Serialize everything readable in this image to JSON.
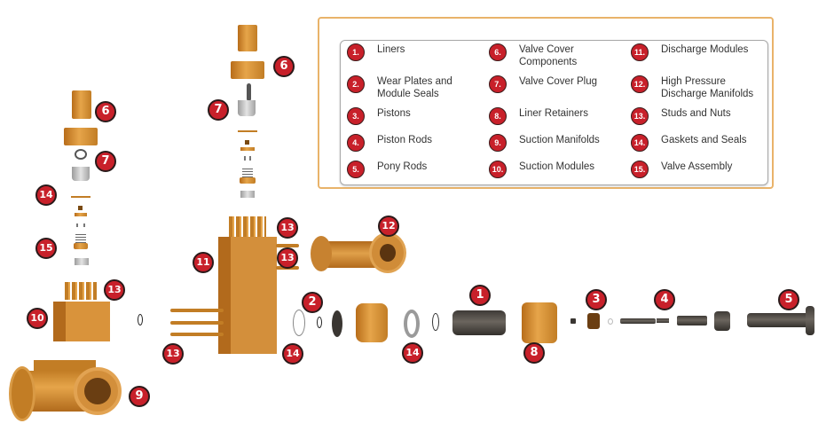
{
  "legend": {
    "items": [
      {
        "num": "1.",
        "label": "Liners"
      },
      {
        "num": "2.",
        "label": "Wear Plates and Module Seals"
      },
      {
        "num": "3.",
        "label": "Pistons"
      },
      {
        "num": "4.",
        "label": "Piston Rods"
      },
      {
        "num": "5.",
        "label": "Pony Rods"
      },
      {
        "num": "6.",
        "label": "Valve Cover Components"
      },
      {
        "num": "7.",
        "label": "Valve Cover Plug"
      },
      {
        "num": "8.",
        "label": "Liner Retainers"
      },
      {
        "num": "9.",
        "label": "Suction Manifolds"
      },
      {
        "num": "10.",
        "label": "Suction Modules"
      },
      {
        "num": "11.",
        "label": "Discharge Modules"
      },
      {
        "num": "12.",
        "label": "High Pressure Discharge Manifolds"
      },
      {
        "num": "13.",
        "label": "Studs and Nuts"
      },
      {
        "num": "14.",
        "label": "Gaskets and Seals"
      },
      {
        "num": "15.",
        "label": "Valve Assembly"
      }
    ]
  },
  "callouts": [
    {
      "id": "c6a",
      "num": "6"
    },
    {
      "id": "c7a",
      "num": "7"
    },
    {
      "id": "c14a",
      "num": "14"
    },
    {
      "id": "c15",
      "num": "15"
    },
    {
      "id": "c13a",
      "num": "13"
    },
    {
      "id": "c10",
      "num": "10"
    },
    {
      "id": "c9",
      "num": "9"
    },
    {
      "id": "c6b",
      "num": "6"
    },
    {
      "id": "c7b",
      "num": "7"
    },
    {
      "id": "c13b",
      "num": "13"
    },
    {
      "id": "c13c",
      "num": "13"
    },
    {
      "id": "c11",
      "num": "11"
    },
    {
      "id": "c13d",
      "num": "13"
    },
    {
      "id": "c14b",
      "num": "14"
    },
    {
      "id": "c12",
      "num": "12"
    },
    {
      "id": "c2",
      "num": "2"
    },
    {
      "id": "c14c",
      "num": "14"
    },
    {
      "id": "c1",
      "num": "1"
    },
    {
      "id": "c8",
      "num": "8"
    },
    {
      "id": "c3",
      "num": "3"
    },
    {
      "id": "c4",
      "num": "4"
    },
    {
      "id": "c5",
      "num": "5"
    }
  ],
  "colors": {
    "badge": "#c8202a",
    "legend_border": "#e9b36a",
    "brass": "#d8953a",
    "steel_dark": "#4a4540"
  }
}
